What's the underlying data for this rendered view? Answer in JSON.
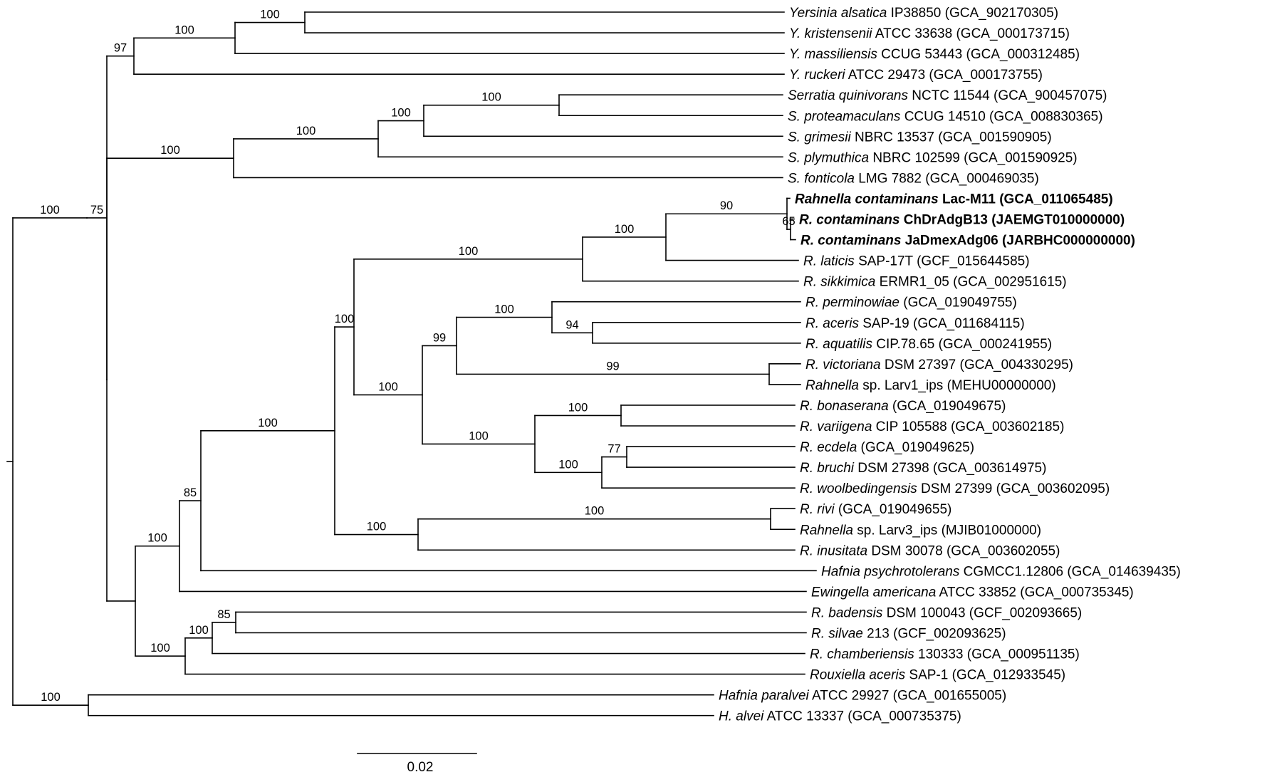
{
  "tree": {
    "n": "root",
    "c": [
      {
        "n": "A",
        "b": "100",
        "c": [
          {
            "n": "B",
            "b": "75",
            "c": [
              {
                "n": "Y",
                "b": "97",
                "c": [
                  {
                    "n": "Y1",
                    "b": "100",
                    "c": [
                      {
                        "n": "Y2",
                        "b": "100",
                        "c": [
                          {
                            "t": [
                              "Yersinia alsatica",
                              " IP38850 (GCA_902170305)"
                            ]
                          },
                          {
                            "t": [
                              "Y. kristensenii",
                              " ATCC 33638 (GCA_000173715)"
                            ]
                          }
                        ]
                      },
                      {
                        "t": [
                          "Y. massiliensis",
                          " CCUG 53443 (GCA_000312485)"
                        ]
                      }
                    ]
                  },
                  {
                    "t": [
                      "Y. ruckeri",
                      " ATCC 29473 (GCA_000173755)"
                    ]
                  }
                ]
              },
              {
                "n": "C",
                "c": [
                  {
                    "n": "S",
                    "b": "100",
                    "c": [
                      {
                        "n": "S1",
                        "b": "100",
                        "c": [
                          {
                            "n": "S2",
                            "b": "100",
                            "c": [
                              {
                                "n": "S3",
                                "b": "100",
                                "c": [
                                  {
                                    "t": [
                                      "Serratia quinivorans",
                                      " NCTC 11544 (GCA_900457075)"
                                    ]
                                  },
                                  {
                                    "t": [
                                      "S. proteamaculans",
                                      " CCUG 14510 (GCA_008830365)"
                                    ]
                                  }
                                ]
                              },
                              {
                                "t": [
                                  "S. grimesii",
                                  " NBRC 13537 (GCA_001590905)"
                                ]
                              }
                            ]
                          },
                          {
                            "t": [
                              "S. plymuthica",
                              " NBRC 102599 (GCA_001590925)"
                            ]
                          }
                        ]
                      },
                      {
                        "t": [
                          "S. fonticola",
                          " LMG 7882 (GCA_000469035)"
                        ]
                      }
                    ]
                  },
                  {
                    "n": "D",
                    "c": [
                      {
                        "n": "E",
                        "b": "100",
                        "c": [
                          {
                            "n": "F",
                            "b": "85",
                            "c": [
                              {
                                "n": "G",
                                "b": "100",
                                "c": [
                                  {
                                    "n": "H",
                                    "b": "100",
                                    "c": [
                                      {
                                        "n": "I",
                                        "b": "100",
                                        "c": [
                                          {
                                            "n": "J",
                                            "b": "100",
                                            "c": [
                                              {
                                                "n": "K",
                                                "b": "90",
                                                "c": [
                                                  {
                                                    "t": [
                                                      "Rahnella contaminans",
                                                      " Lac-M11 (GCA_011065485)"
                                                    ],
                                                    "bold": true
                                                  },
                                                  {
                                                    "n": "L",
                                                    "b": "65",
                                                    "c": [
                                                      {
                                                        "t": [
                                                          "R. contaminans",
                                                          " ChDrAdgB13 (JAEMGT010000000)"
                                                        ],
                                                        "bold": true
                                                      },
                                                      {
                                                        "t": [
                                                          "R. contaminans",
                                                          " JaDmexAdg06 (JARBHC000000000)"
                                                        ],
                                                        "bold": true
                                                      }
                                                    ]
                                                  }
                                                ]
                                              },
                                              {
                                                "t": [
                                                  "R. laticis",
                                                  " SAP-17T (GCF_015644585)"
                                                ]
                                              }
                                            ]
                                          },
                                          {
                                            "t": [
                                              "R. sikkimica",
                                              " ERMR1_05 (GCA_002951615)"
                                            ]
                                          }
                                        ]
                                      },
                                      {
                                        "n": "M",
                                        "b": "100",
                                        "c": [
                                          {
                                            "n": "N",
                                            "b": "99",
                                            "c": [
                                              {
                                                "n": "O",
                                                "b": "100",
                                                "c": [
                                                  {
                                                    "t": [
                                                      "R. perminowiae",
                                                      " (GCA_019049755)"
                                                    ]
                                                  },
                                                  {
                                                    "n": "P",
                                                    "b": "94",
                                                    "c": [
                                                      {
                                                        "t": [
                                                          "R. aceris",
                                                          " SAP-19 (GCA_011684115)"
                                                        ]
                                                      },
                                                      {
                                                        "t": [
                                                          "R. aquatilis",
                                                          " CIP.78.65 (GCA_000241955)"
                                                        ]
                                                      }
                                                    ]
                                                  }
                                                ]
                                              },
                                              {
                                                "n": "Q",
                                                "b": "99",
                                                "c": [
                                                  {
                                                    "t": [
                                                      "R. victoriana",
                                                      " DSM 27397 (GCA_004330295)"
                                                    ]
                                                  },
                                                  {
                                                    "t": [
                                                      "Rahnella",
                                                      " sp. Larv1_ips (MEHU00000000)"
                                                    ]
                                                  }
                                                ]
                                              }
                                            ]
                                          },
                                          {
                                            "n": "R",
                                            "b": "100",
                                            "c": [
                                              {
                                                "n": "R1",
                                                "b": "100",
                                                "c": [
                                                  {
                                                    "t": [
                                                      "R. bonaserana",
                                                      " (GCA_019049675)"
                                                    ]
                                                  },
                                                  {
                                                    "t": [
                                                      "R. variigena",
                                                      " CIP 105588 (GCA_003602185)"
                                                    ]
                                                  }
                                                ]
                                              },
                                              {
                                                "n": "R2",
                                                "b": "100",
                                                "c": [
                                                  {
                                                    "n": "R3",
                                                    "b": "77",
                                                    "c": [
                                                      {
                                                        "t": [
                                                          "R. ecdela",
                                                          " (GCA_019049625)"
                                                        ]
                                                      },
                                                      {
                                                        "t": [
                                                          "R. bruchi",
                                                          " DSM 27398 (GCA_003614975)"
                                                        ]
                                                      }
                                                    ]
                                                  },
                                                  {
                                                    "t": [
                                                      "R. woolbedingensis",
                                                      " DSM 27399 (GCA_003602095)"
                                                    ]
                                                  }
                                                ]
                                              }
                                            ]
                                          }
                                        ]
                                      }
                                    ]
                                  },
                                  {
                                    "n": "T",
                                    "b": "100",
                                    "c": [
                                      {
                                        "n": "T1",
                                        "b": "100",
                                        "c": [
                                          {
                                            "t": [
                                              "R. rivi",
                                              " (GCA_019049655)"
                                            ]
                                          },
                                          {
                                            "t": [
                                              "Rahnella",
                                              " sp. Larv3_ips (MJIB01000000)"
                                            ]
                                          }
                                        ]
                                      },
                                      {
                                        "t": [
                                          "R. inusitata",
                                          " DSM 30078 (GCA_003602055)"
                                        ]
                                      }
                                    ]
                                  }
                                ]
                              },
                              {
                                "t": [
                                  "Hafnia psychrotolerans",
                                  " CGMCC1.12806 (GCA_014639435)"
                                ]
                              }
                            ]
                          },
                          {
                            "t": [
                              "Ewingella americana",
                              " ATCC 33852 (GCA_000735345)"
                            ]
                          }
                        ]
                      },
                      {
                        "n": "U",
                        "b": "100",
                        "c": [
                          {
                            "n": "U1",
                            "b": "100",
                            "c": [
                              {
                                "n": "U2",
                                "b": "85",
                                "c": [
                                  {
                                    "t": [
                                      "R. badensis",
                                      " DSM 100043 (GCF_002093665)"
                                    ]
                                  },
                                  {
                                    "t": [
                                      "R. silvae",
                                      " 213 (GCF_002093625)"
                                    ]
                                  }
                                ]
                              },
                              {
                                "t": [
                                  "R. chamberiensis",
                                  " 130333 (GCA_000951135)"
                                ]
                              }
                            ]
                          },
                          {
                            "t": [
                              "Rouxiella aceris",
                              " SAP-1 (GCA_012933545)"
                            ]
                          }
                        ]
                      }
                    ]
                  }
                ]
              }
            ]
          }
        ]
      },
      {
        "n": "Z",
        "b": "100",
        "c": [
          {
            "t": [
              "Hafnia paralvei",
              " ATCC 29927 (GCA_001655005)"
            ]
          },
          {
            "t": [
              "H. alvei",
              " ATCC 13337 (GCA_000735375)"
            ]
          }
        ]
      }
    ]
  },
  "scale_bar": {
    "label": "0.02"
  }
}
